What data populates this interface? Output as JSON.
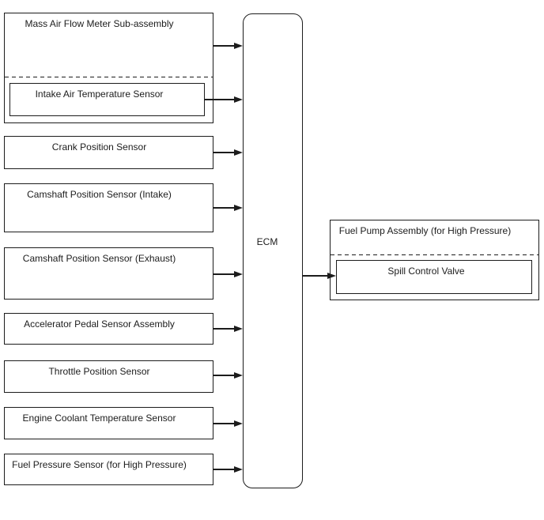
{
  "diagram": {
    "ecm": {
      "label": "ECM"
    },
    "inputs": [
      {
        "label": "Mass Air Flow Meter Sub-assembly",
        "sub_label": "Intake Air Temperature Sensor"
      },
      {
        "label": "Crank Position Sensor"
      },
      {
        "label": "Camshaft Position Sensor (Intake)"
      },
      {
        "label": "Camshaft Position Sensor (Exhaust)"
      },
      {
        "label": "Accelerator Pedal Sensor Assembly"
      },
      {
        "label": "Throttle Position Sensor"
      },
      {
        "label": "Engine Coolant Temperature Sensor"
      },
      {
        "label": "Fuel Pressure Sensor (for High Pressure)"
      }
    ],
    "output": {
      "label": "Fuel Pump Assembly (for High Pressure)",
      "sub_label": "Spill Control Valve"
    },
    "colors": {
      "line": "#1c1c1c",
      "background": "#ffffff",
      "text": "#1c1c1c"
    }
  }
}
